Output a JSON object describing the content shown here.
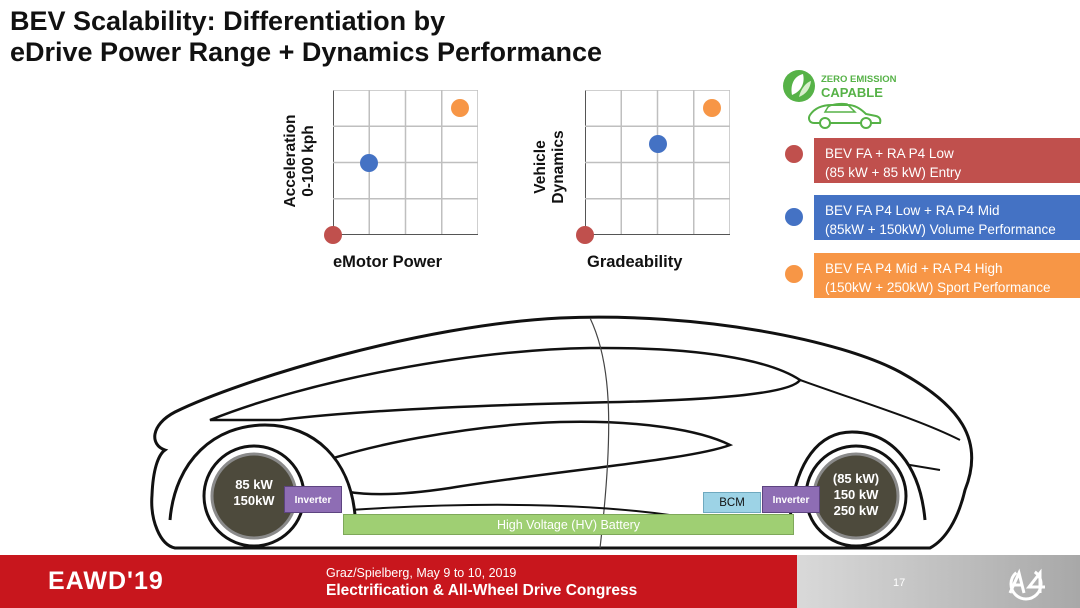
{
  "title": {
    "line1": "BEV Scalability: Differentiation by",
    "line2": "eDrive Power Range + Dynamics Performance"
  },
  "chart_data": [
    {
      "type": "scatter",
      "title": "",
      "xlabel": "eMotor Power",
      "ylabel": [
        "Acceleration",
        "0-100 kph"
      ],
      "grid": true,
      "xlim": [
        0,
        4
      ],
      "ylim": [
        0,
        4
      ],
      "series": [
        {
          "name": "BEV FA + RA P4 Low",
          "color": "#c0504d",
          "x": [
            0
          ],
          "y": [
            0
          ]
        },
        {
          "name": "BEV FA P4 Low + RA P4 Mid",
          "color": "#4472c4",
          "x": [
            1
          ],
          "y": [
            2
          ]
        },
        {
          "name": "BEV FA P4 Mid + RA P4 High",
          "color": "#f79646",
          "x": [
            3.5
          ],
          "y": [
            3.5
          ]
        }
      ]
    },
    {
      "type": "scatter",
      "title": "",
      "xlabel": "Gradeability",
      "ylabel": [
        "Vehicle",
        "Dynamics"
      ],
      "grid": true,
      "xlim": [
        0,
        4
      ],
      "ylim": [
        0,
        4
      ],
      "series": [
        {
          "name": "BEV FA + RA P4 Low",
          "color": "#c0504d",
          "x": [
            0
          ],
          "y": [
            0
          ]
        },
        {
          "name": "BEV FA P4 Low + RA P4 Mid",
          "color": "#4472c4",
          "x": [
            2
          ],
          "y": [
            2.5
          ]
        },
        {
          "name": "BEV FA P4 Mid + RA P4 High",
          "color": "#f79646",
          "x": [
            3.5
          ],
          "y": [
            3.5
          ]
        }
      ]
    }
  ],
  "badge": {
    "line1": "ZERO EMISSION",
    "line2": "CAPABLE",
    "icon": "leaf-car-icon",
    "color": "#56b247"
  },
  "legend": [
    {
      "line1": "BEV FA + RA P4 Low",
      "line2": "(85 kW + 85 kW) Entry",
      "color": "#c0504d"
    },
    {
      "line1": "BEV FA P4 Low + RA P4 Mid",
      "line2": "(85kW + 150kW) Volume Performance",
      "color": "#4472c4"
    },
    {
      "line1": "BEV FA P4 Mid + RA P4 High",
      "line2": "(150kW + 250kW) Sport Performance",
      "color": "#f79646"
    }
  ],
  "vehicle": {
    "front_wheel": {
      "line1": "85 kW",
      "line2": "150kW"
    },
    "rear_wheel": {
      "line1": "(85 kW)",
      "line2": "150 kW",
      "line3": "250 kW"
    },
    "front_inverter": "Inverter",
    "rear_inverter": "Inverter",
    "bcm": "BCM",
    "battery": "High Voltage (HV) Battery"
  },
  "footer": {
    "brand": "EAWD'19",
    "location": "Graz/Spielberg, May 9 to 10, 2019",
    "event": "Electrification & All-Wheel Drive Congress",
    "page": "17",
    "logo_icon": "a4-logo-icon"
  }
}
